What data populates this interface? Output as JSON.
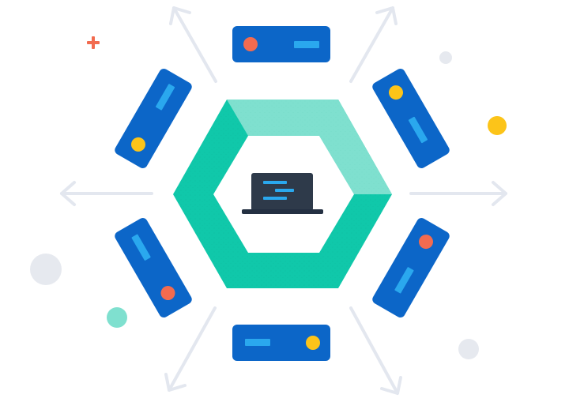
{
  "colors": {
    "background": "#ffffff",
    "arrow": "#e3e7ef",
    "server_body": "#0c66c8",
    "server_shadow": "#0a58ad",
    "server_slot": "#2aa8ee",
    "led_orange": "#f26b4f",
    "led_yellow": "#fcc419",
    "hex_dark": "#10c8aa",
    "hex_light": "#7fe0cf",
    "laptop_screen": "#2e3a4a",
    "laptop_base": "#243042",
    "code_line": "#2aa8ee",
    "dot_gray": "#e6e9ef",
    "dot_teal": "#7fe0cf",
    "dot_yellow": "#fcc419",
    "plus": "#f26b4f"
  },
  "icons": {
    "center": "laptop-icon",
    "nodes": "server-icon",
    "hub": "hexagon-icon",
    "directions": "arrow-icon",
    "sparkle": "plus-icon"
  },
  "servers": [
    {
      "name": "server-top",
      "led": "orange"
    },
    {
      "name": "server-top-right",
      "led": "yellow"
    },
    {
      "name": "server-bottom-right",
      "led": "orange"
    },
    {
      "name": "server-bottom",
      "led": "yellow"
    },
    {
      "name": "server-bottom-left",
      "led": "orange"
    },
    {
      "name": "server-top-left",
      "led": "yellow"
    }
  ],
  "arrows": [
    "up-left",
    "up-right",
    "left",
    "right",
    "down-left",
    "down-right"
  ]
}
